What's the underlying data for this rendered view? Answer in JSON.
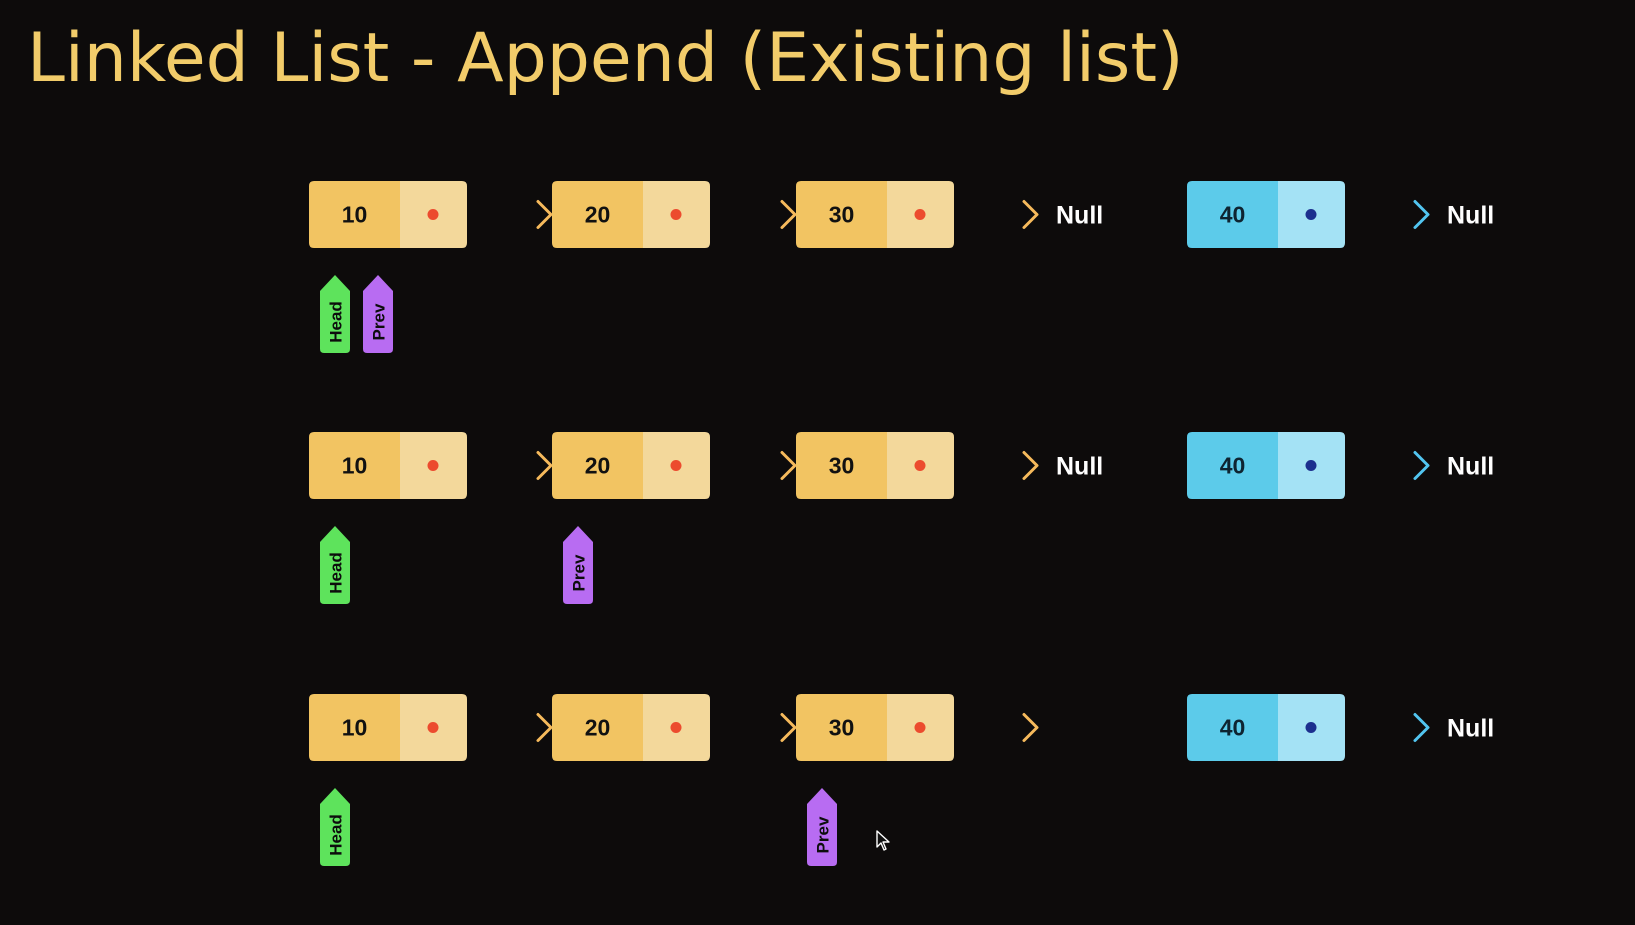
{
  "title": "Linked List - Append (Existing list)",
  "colors": {
    "background": "#0d0b0b",
    "title": "#f2cc6a",
    "node_value": "#f2c462",
    "node_next": "#f3d89b",
    "node_text": "#111111",
    "new_node_value": "#5ccbea",
    "new_node_next": "#a4e2f5",
    "new_node_text": "#0e2431",
    "existing_arrow_start": "#ec4b2e",
    "existing_arrow_end": "#f6ba5c",
    "new_arrow_start": "#1c2f8e",
    "new_arrow_end": "#52c5f0",
    "null_text": "#ffffff",
    "head_tag": "#5ee35c",
    "prev_tag": "#b86cf2",
    "tag_text": "#0d0d0d"
  },
  "rows": [
    {
      "list": {
        "nodes": [
          "10",
          "20",
          "30"
        ],
        "tail_label": "Null"
      },
      "new_node": {
        "value": "40",
        "tail_label": "Null"
      },
      "pointers": [
        {
          "label": "Head",
          "node_index": 0,
          "slot": 0,
          "color": "head"
        },
        {
          "label": "Prev",
          "node_index": 0,
          "slot": 1,
          "color": "prev"
        }
      ]
    },
    {
      "list": {
        "nodes": [
          "10",
          "20",
          "30"
        ],
        "tail_label": "Null"
      },
      "new_node": {
        "value": "40",
        "tail_label": "Null"
      },
      "pointers": [
        {
          "label": "Head",
          "node_index": 0,
          "slot": 0,
          "color": "head"
        },
        {
          "label": "Prev",
          "node_index": 1,
          "slot": 0,
          "color": "prev"
        }
      ]
    },
    {
      "list": {
        "nodes": [
          "10",
          "20",
          "30"
        ],
        "tail_label": ""
      },
      "new_node": {
        "value": "40",
        "tail_label": "Null"
      },
      "pointers": [
        {
          "label": "Head",
          "node_index": 0,
          "slot": 0,
          "color": "head"
        },
        {
          "label": "Prev",
          "node_index": 2,
          "slot": 0,
          "color": "prev"
        }
      ]
    }
  ]
}
